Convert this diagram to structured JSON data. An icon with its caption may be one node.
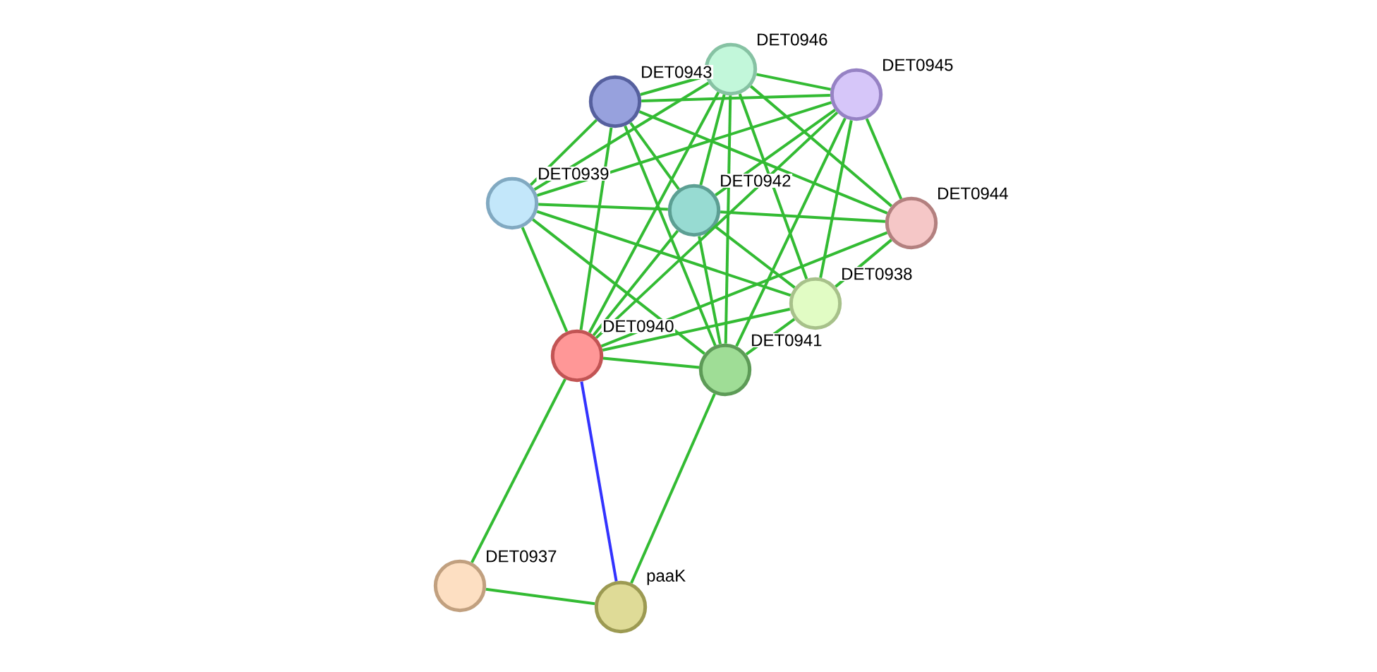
{
  "diagram": {
    "nodes": [
      {
        "text": [],
        "shape": "circle",
        "beside": [
          "DET0946"
        ]
      },
      {
        "text": [],
        "shape": "circle",
        "beside": [
          "DET0943"
        ]
      },
      {
        "text": [],
        "shape": "circle",
        "beside": [
          "DET0945"
        ]
      },
      {
        "text": [],
        "shape": "circle",
        "beside": [
          "DET0939"
        ]
      },
      {
        "text": [],
        "shape": "circle",
        "beside": [
          "DET0942"
        ]
      },
      {
        "text": [],
        "shape": "circle",
        "beside": [
          "DET0944"
        ]
      },
      {
        "text": [],
        "shape": "circle",
        "beside": [
          "DET0938"
        ]
      },
      {
        "text": [],
        "shape": "circle",
        "beside": [
          "DET0940"
        ]
      },
      {
        "text": [],
        "shape": "circle",
        "beside": [
          "DET0941"
        ]
      },
      {
        "text": [],
        "shape": "circle",
        "beside": [
          "DET0937"
        ]
      },
      {
        "text": [],
        "shape": "circle",
        "beside": [
          "paaK"
        ]
      }
    ],
    "edges": [
      {
        "from": 0,
        "to": 1,
        "arrow": "none"
      },
      {
        "from": 0,
        "to": 2,
        "arrow": "none"
      },
      {
        "from": 0,
        "to": 4,
        "arrow": "none"
      },
      {
        "from": 0,
        "to": 5,
        "arrow": "none"
      },
      {
        "from": 0,
        "to": 6,
        "arrow": "none"
      },
      {
        "from": 0,
        "to": 7,
        "arrow": "none"
      },
      {
        "from": 0,
        "to": 8,
        "arrow": "none"
      },
      {
        "from": 1,
        "to": 2,
        "arrow": "none"
      },
      {
        "from": 1,
        "to": 4,
        "arrow": "none"
      },
      {
        "from": 1,
        "to": 5,
        "arrow": "none"
      },
      {
        "from": 1,
        "to": 7,
        "arrow": "none"
      },
      {
        "from": 1,
        "to": 8,
        "arrow": "none"
      },
      {
        "from": 2,
        "to": 4,
        "arrow": "none"
      },
      {
        "from": 2,
        "to": 5,
        "arrow": "none"
      },
      {
        "from": 2,
        "to": 6,
        "arrow": "none"
      },
      {
        "from": 2,
        "to": 7,
        "arrow": "none"
      },
      {
        "from": 2,
        "to": 8,
        "arrow": "none"
      },
      {
        "from": 3,
        "to": 0,
        "arrow": "none"
      },
      {
        "from": 3,
        "to": 1,
        "arrow": "none"
      },
      {
        "from": 3,
        "to": 2,
        "arrow": "none"
      },
      {
        "from": 3,
        "to": 4,
        "arrow": "none"
      },
      {
        "from": 3,
        "to": 6,
        "arrow": "none"
      },
      {
        "from": 3,
        "to": 7,
        "arrow": "none"
      },
      {
        "from": 3,
        "to": 8,
        "arrow": "none"
      },
      {
        "from": 4,
        "to": 5,
        "arrow": "none"
      },
      {
        "from": 4,
        "to": 6,
        "arrow": "none"
      },
      {
        "from": 4,
        "to": 7,
        "arrow": "none"
      },
      {
        "from": 4,
        "to": 8,
        "arrow": "none"
      },
      {
        "from": 5,
        "to": 6,
        "arrow": "none"
      },
      {
        "from": 5,
        "to": 7,
        "arrow": "none"
      },
      {
        "from": 6,
        "to": 7,
        "arrow": "none"
      },
      {
        "from": 6,
        "to": 8,
        "arrow": "none"
      },
      {
        "from": 7,
        "to": 8,
        "arrow": "none"
      },
      {
        "from": 7,
        "to": 9,
        "arrow": "none"
      },
      {
        "from": 7,
        "to": 10,
        "arrow": "none",
        "color": "#3333ff"
      },
      {
        "from": 8,
        "to": 10,
        "arrow": "none"
      },
      {
        "from": 9,
        "to": 10,
        "arrow": "none"
      }
    ]
  }
}
